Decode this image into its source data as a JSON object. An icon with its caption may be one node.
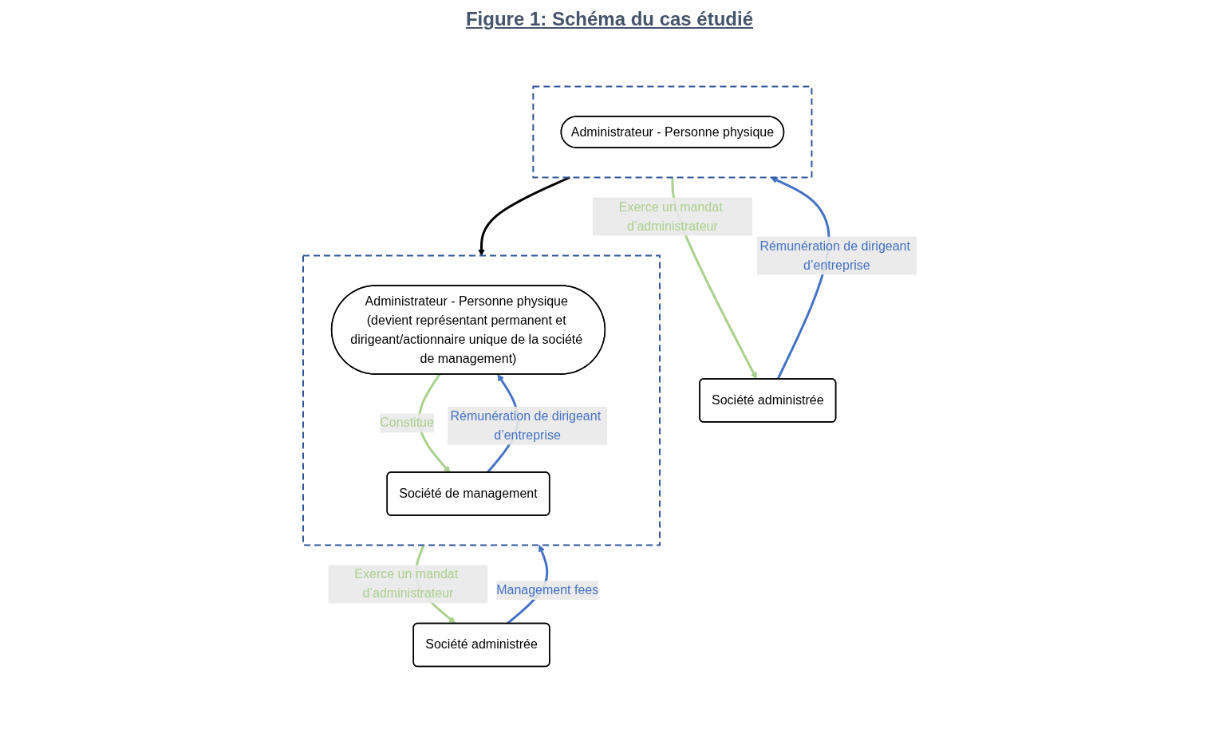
{
  "diagram": {
    "title": "Figure 1: Schéma du cas étudié",
    "nodes": [
      {
        "text": [],
        "shape": "box"
      },
      {
        "text": [
          "Administrateur - Personne physique"
        ],
        "in": 0
      },
      {
        "text": [
          "Société administrée"
        ]
      },
      {
        "text": [],
        "shape": "box"
      },
      {
        "text": [
          "Administrateur - Personne physique (devient représentant permanent et dirigeant/actionnaire unique de la société de management)"
        ],
        "in": 3
      },
      {
        "text": [
          "Société de management"
        ],
        "in": 3
      },
      {
        "text": [
          "Société administrée"
        ]
      }
    ],
    "edges": [
      {
        "from": 0,
        "to": 2,
        "arrow": "to",
        "label": "Exerce un mandat d’administrateur",
        "color": "#a9d18e"
      },
      {
        "from": 2,
        "to": 0,
        "arrow": "to",
        "label": "Rémunération de dirigeant d’entreprise",
        "color": "#4472c4"
      },
      {
        "from": 0,
        "to": 3,
        "arrow": "to",
        "color": "#000000"
      },
      {
        "from": 4,
        "to": 5,
        "arrow": "to",
        "label": "Constitue",
        "color": "#a9d18e"
      },
      {
        "from": 5,
        "to": 4,
        "arrow": "to",
        "label": "Rémunération de dirigeant d’entreprise",
        "color": "#4472c4"
      },
      {
        "from": 3,
        "to": 6,
        "arrow": "to",
        "label": "Exerce un mandat d’administrateur",
        "color": "#a9d18e"
      },
      {
        "from": 6,
        "to": 3,
        "arrow": "to",
        "label": "Management fees",
        "color": "#4472c4"
      }
    ]
  }
}
